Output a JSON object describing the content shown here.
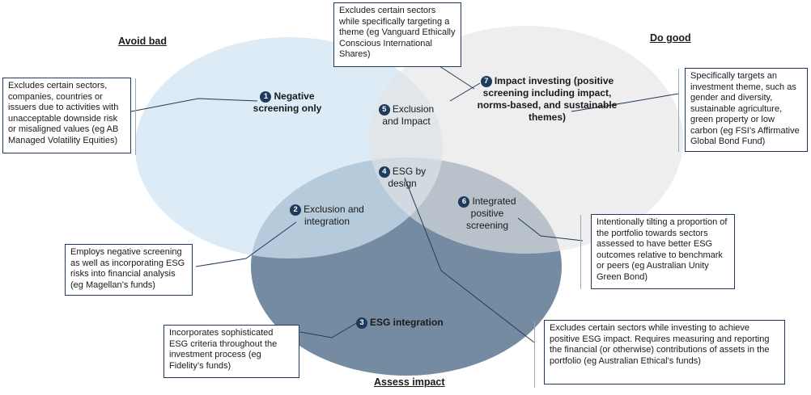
{
  "headings": {
    "avoid_bad": "Avoid bad",
    "do_good": "Do good",
    "assess_impact": "Assess impact"
  },
  "colors": {
    "avoid_bad_circle": "#cfe3f3",
    "do_good_circle": "#e8e8e8",
    "assess_impact_circle": "#5d7791",
    "number_badge": "#1e3a5c"
  },
  "regions": [
    {
      "number": "1",
      "label_line1": "Negative",
      "label_line2": "screening only"
    },
    {
      "number": "2",
      "label_line1": "Exclusion and",
      "label_line2": "integration"
    },
    {
      "number": "3",
      "label_line1": "ESG integration",
      "label_line2": ""
    },
    {
      "number": "4",
      "label_line1": "ESG by",
      "label_line2": "design"
    },
    {
      "number": "5",
      "label_line1": "Exclusion",
      "label_line2": "and Impact"
    },
    {
      "number": "6",
      "label_line1": "Integrated",
      "label_line2": "positive",
      "label_line3": "screening"
    },
    {
      "number": "7",
      "label_line1": "Impact investing (positive",
      "label_line2": "screening including impact,",
      "label_line3": "norms-based, and sustainable",
      "label_line4": "themes)"
    }
  ],
  "callouts": {
    "negative_screening": "Excludes certain sectors, companies, countries or issuers due to activities with unacceptable downside risk or misaligned values (eg AB Managed Volatility Equities)",
    "exclusion_impact": "Excludes certain sectors while specifically targeting a theme (eg Vanguard Ethically Conscious International Shares)",
    "impact_investing": "Specifically targets an investment theme, such as gender and diversity, sustainable agriculture, green property or low carbon (eg FSI’s Affirmative Global Bond Fund)",
    "exclusion_integration": "Employs negative screening as well as incorporating ESG risks into financial analysis (eg Magellan’s funds)",
    "integrated_positive": "Intentionally tilting a proportion of the portfolio towards sectors assessed to have better ESG outcomes relative to benchmark or peers (eg Australian Unity Green Bond)",
    "esg_integration": "Incorporates sophisticated ESG criteria throughout the investment process (eg Fidelity’s funds)",
    "esg_by_design": "Excludes certain sectors while investing to achieve positive ESG impact. Requires measuring and reporting the financial (or otherwise) contributions of assets in the portfolio (eg Australian Ethical’s funds)"
  }
}
